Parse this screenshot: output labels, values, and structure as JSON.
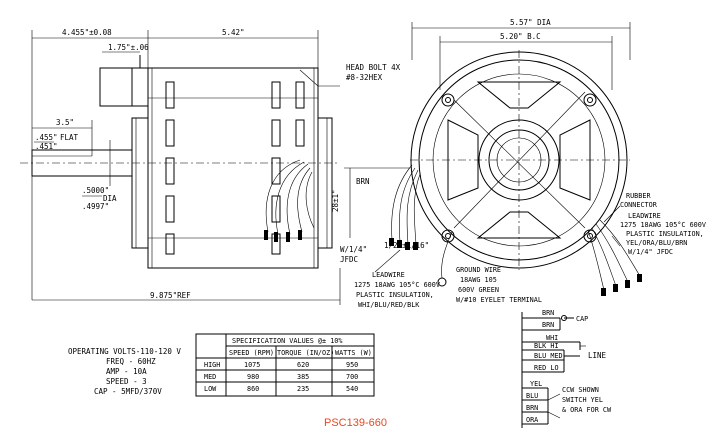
{
  "dims": {
    "overall_width": "4.455\"±0.08",
    "body_length": "5.42\"",
    "shaft_ext": "1.75\"±.06",
    "head_bolt_line1": "HEAD BOLT 4X",
    "head_bolt_line2": "#8-32HEX",
    "flat_len": "3.5\"",
    "flat_depth_top": ".455\"",
    "flat_label": "FLAT",
    "flat_depth_bot": ".451\"",
    "shaft_dia_top": ".5000\"",
    "shaft_dia_label": "DIA",
    "shaft_dia_bot": ".4997\"",
    "ref_len": "9.875\"REF",
    "end_dia": "5.57\" DIA",
    "bolt_circle": "5.20\" B.C",
    "brn_tag": "BRN",
    "height": "28±1\"",
    "wire_len_a": "W/1/4\"",
    "wire_len_b": "JFDC",
    "wire_len_c": "1/2\"±1/16\""
  },
  "callouts": {
    "lead_left": [
      "LEADWIRE",
      "1275 18AWG 105°C 600V",
      "PLASTIC INSULATION,",
      "WHI/BLU/RED/BLK"
    ],
    "ground": [
      "GROUND WIRE",
      "18AWG 105",
      "600V GREEN",
      "W/#10 EYELET TERMINAL"
    ],
    "connector": [
      "RUBBER",
      "CONNECTOR"
    ],
    "lead_right": [
      "LEADWIRE",
      "1275 18AWG 105°C 600V",
      "PLASTIC INSULATION,",
      "YEL/ORA/BLU/BRN",
      "W/1/4\" JFDC"
    ]
  },
  "spec_table": {
    "title": "SPECIFICATION VALUES  @± 10%",
    "headers": [
      "",
      "SPEED (RPM)",
      "TORQUE (IN/OZ)",
      "WATTS  (W)"
    ],
    "rows": [
      [
        "HIGH",
        "1075",
        "620",
        "950"
      ],
      [
        "MED",
        "980",
        "385",
        "700"
      ],
      [
        "LOW",
        "860",
        "235",
        "540"
      ]
    ]
  },
  "ratings": [
    "OPERATING VOLTS-110-120 V",
    "FREQ - 60HZ",
    "AMP  - 10A",
    "SPEED - 3",
    "CAP - 5MFD/370V"
  ],
  "wiring": {
    "brn1": "BRN",
    "cap": "CAP",
    "brn2": "BRN",
    "whi": "WHI",
    "blk": "BLK HI",
    "blu": "BLU MED",
    "red": "RED LO",
    "line": "LINE",
    "yel": "YEL",
    "blu2": "BLU",
    "brn3": "BRN",
    "ora": "ORA",
    "note": [
      "CCW SHOWN",
      "SWITCH YEL",
      "& ORA FOR CW"
    ]
  },
  "part_number": "PSC139-660"
}
